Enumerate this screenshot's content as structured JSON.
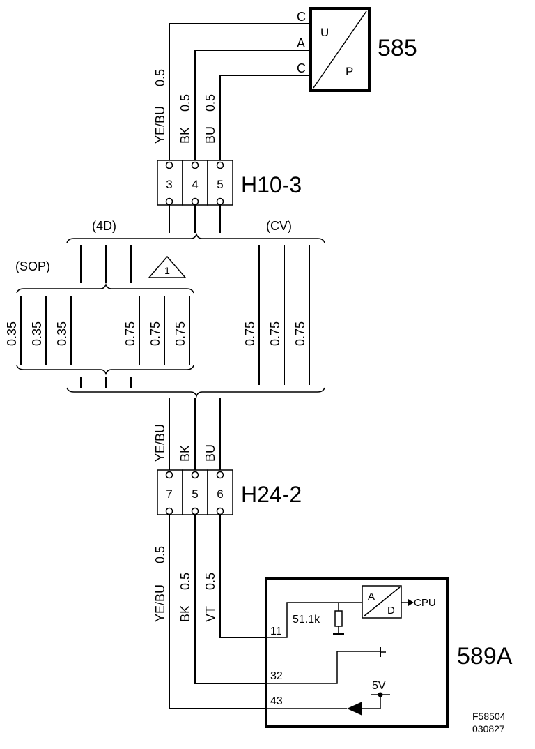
{
  "sensor": {
    "id": "585",
    "symbol_top": "U",
    "symbol_bottom": "P",
    "pins": [
      "C",
      "A",
      "C"
    ]
  },
  "connector_top": {
    "id": "H10-3",
    "pins": [
      "3",
      "4",
      "5"
    ],
    "wires": [
      {
        "color": "YE/BU",
        "size": "0.5"
      },
      {
        "color": "BK",
        "size": "0.5"
      },
      {
        "color": "BU",
        "size": "0.5"
      }
    ]
  },
  "variants": {
    "left_group": "(4D)",
    "right_group": "(CV)",
    "sop": "(SOP)",
    "note_number": "1",
    "sizes_small": [
      "0.35",
      "0.35",
      "0.35"
    ],
    "sizes_left": [
      "0.75",
      "0.75",
      "0.75"
    ],
    "sizes_right": [
      "0.75",
      "0.75",
      "0.75"
    ]
  },
  "connector_bottom": {
    "id": "H24-2",
    "pins": [
      "7",
      "5",
      "6"
    ],
    "colors_above": [
      "YE/BU",
      "BK",
      "BU"
    ],
    "wires_below": [
      {
        "color": "YE/BU",
        "size": "0.5"
      },
      {
        "color": "BK",
        "size": "0.5"
      },
      {
        "color": "VT",
        "size": "0.5"
      }
    ]
  },
  "ecu": {
    "id": "589A",
    "pins": [
      "11",
      "32",
      "43"
    ],
    "resistor": "51.1k",
    "adc_top": "A",
    "adc_bottom": "D",
    "cpu": "CPU",
    "supply": "5V"
  },
  "figure": {
    "code": "F58504",
    "date": "030827"
  }
}
